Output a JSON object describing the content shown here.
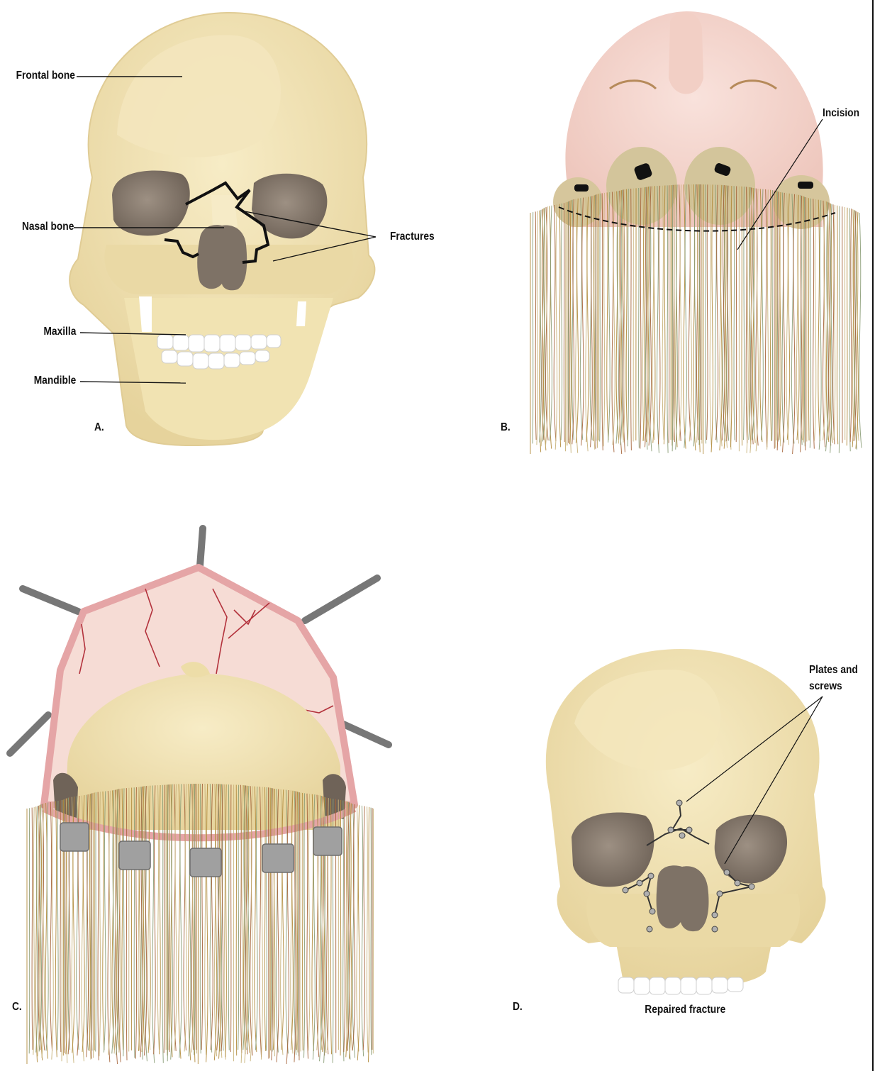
{
  "panels": {
    "a": {
      "letter": "A.",
      "labels": {
        "frontal_bone": "Frontal bone",
        "nasal_bone": "Nasal bone",
        "fractures": "Fractures",
        "maxilla": "Maxilla",
        "mandible": "Mandible"
      }
    },
    "b": {
      "letter": "B.",
      "labels": {
        "incision": "Incision"
      }
    },
    "c": {
      "letter": "C."
    },
    "d": {
      "letter": "D.",
      "labels": {
        "plates_line1": "Plates and",
        "plates_line2": "screws",
        "caption": "Repaired fracture"
      }
    }
  },
  "colors": {
    "bone": "#f1e3b4",
    "bone_shade": "#e2cf97",
    "orbit": "#8c7f72",
    "skin": "#f6d8d0",
    "flap_edge": "#e8a6a8",
    "vessel": "#b3323c",
    "hair": [
      "#b08a3a",
      "#8a9c76",
      "#a5643a",
      "#c8b27a"
    ],
    "clip": "#9a9a9a",
    "fracture_line": "#111111"
  }
}
